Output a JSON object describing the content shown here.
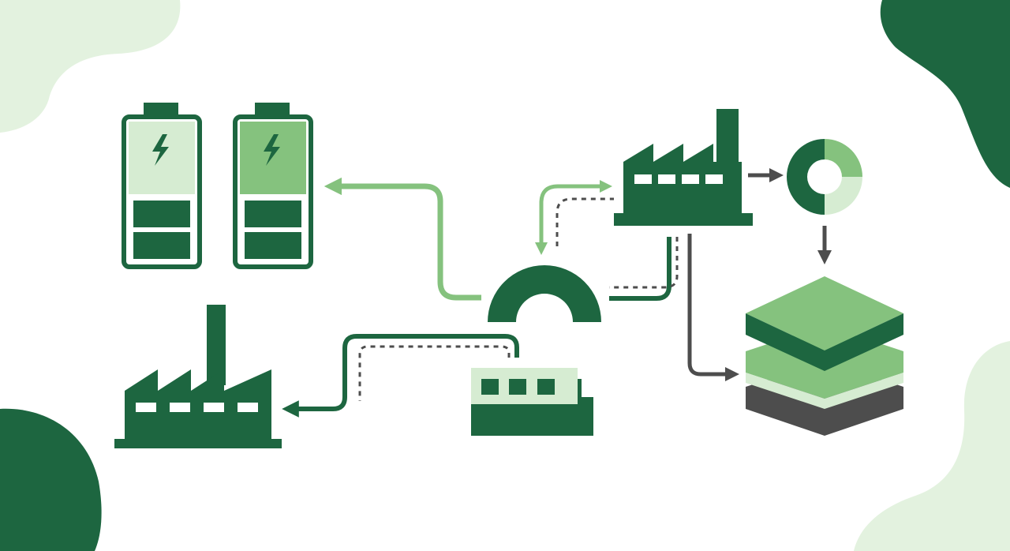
{
  "palette": {
    "dark": "#1d6640",
    "mid": "#85c27e",
    "light": "#d6ecd2",
    "paler": "#e3f2df",
    "grey": "#4d4d4d",
    "white": "#ffffff"
  },
  "nodes": [
    {
      "id": "battery-partial-charge",
      "icon": "battery-icon",
      "charge_fraction": 0.33
    },
    {
      "id": "battery-charged",
      "icon": "battery-icon",
      "charge_fraction": 0.33
    },
    {
      "id": "processing-arch",
      "icon": "arch-icon"
    },
    {
      "id": "factory-main",
      "icon": "factory-icon"
    },
    {
      "id": "output-donut",
      "icon": "donut-chart-icon",
      "segments": [
        0.25,
        0.25,
        0.5
      ]
    },
    {
      "id": "material-layers",
      "icon": "layers-stack-icon"
    },
    {
      "id": "factory-secondary",
      "icon": "factory-icon"
    },
    {
      "id": "small-plant",
      "icon": "building-icon"
    }
  ],
  "connections": [
    {
      "from": "processing-arch",
      "to": "battery-charged",
      "style": "solid",
      "color": "mid"
    },
    {
      "from": "processing-arch",
      "to": "factory-main",
      "style": "solid-bidirectional",
      "color": "mid"
    },
    {
      "from": "processing-arch",
      "to": "factory-main",
      "style": "dashed",
      "color": "grey"
    },
    {
      "from": "factory-main",
      "to": "processing-arch",
      "style": "solid",
      "color": "dark"
    },
    {
      "from": "factory-main",
      "to": "output-donut",
      "style": "solid",
      "color": "grey"
    },
    {
      "from": "output-donut",
      "to": "material-layers",
      "style": "solid",
      "color": "grey"
    },
    {
      "from": "factory-main",
      "to": "material-layers",
      "style": "solid",
      "color": "grey"
    },
    {
      "from": "small-plant",
      "to": "factory-secondary",
      "style": "solid",
      "color": "dark"
    },
    {
      "from": "small-plant",
      "to": "factory-secondary",
      "style": "dashed",
      "color": "grey"
    }
  ]
}
